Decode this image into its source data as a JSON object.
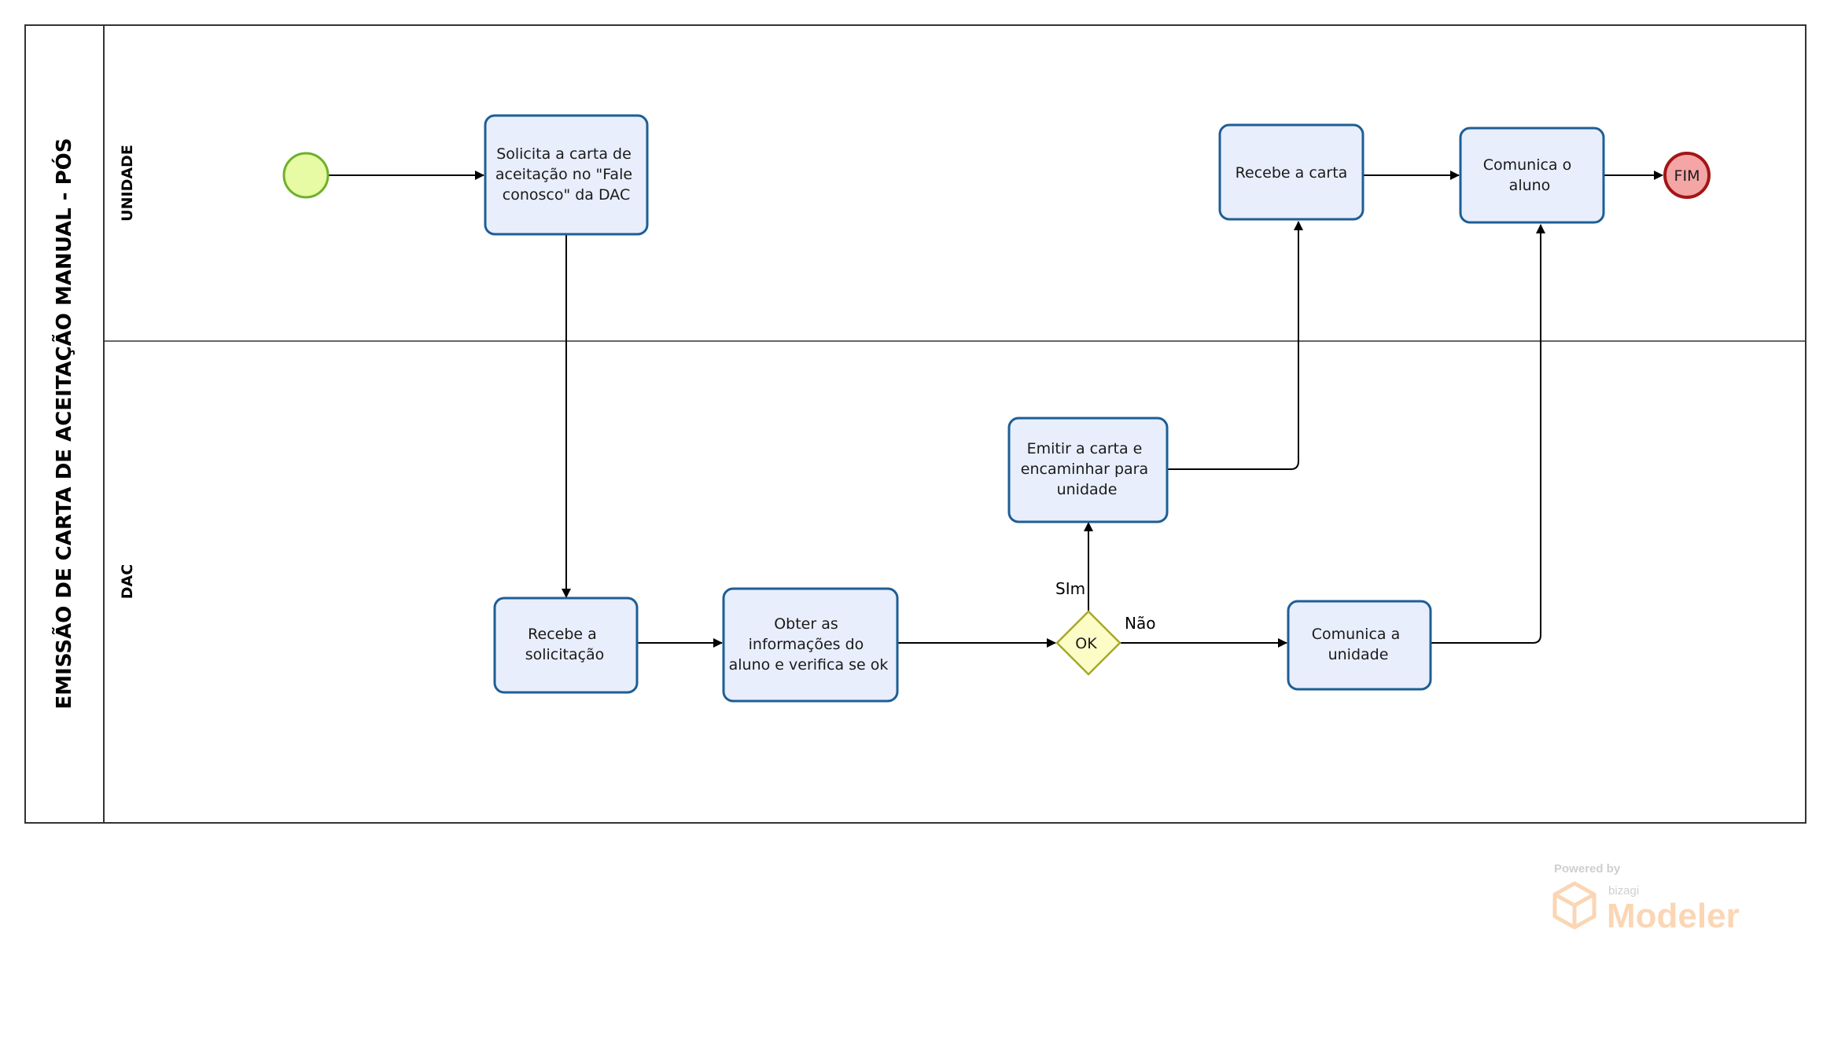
{
  "pool": {
    "title": "EMISSÃO DE CARTA DE ACEITAÇÃO MANUAL - PÓS"
  },
  "lanes": {
    "unidade": "UNIDADE",
    "dac": "DAC"
  },
  "tasks": {
    "solicita": [
      "Solicita a carta de",
      "aceitação no \"Fale",
      "conosco\" da DAC"
    ],
    "recebe_solicitacao": [
      "Recebe a",
      "solicitação"
    ],
    "obter": [
      "Obter as",
      "informações  do",
      "aluno e verifica se ok"
    ],
    "emitir": [
      "Emitir a carta e",
      "encaminhar para",
      "unidade"
    ],
    "recebe_carta": [
      "Recebe a carta"
    ],
    "comunica_aluno": [
      "Comunica o",
      "aluno"
    ],
    "comunica_unidade": [
      "Comunica a",
      "unidade"
    ]
  },
  "gateway": {
    "label": "OK"
  },
  "end_event": {
    "label": "FIM"
  },
  "flow_labels": {
    "sim": "SIm",
    "nao": "Não"
  },
  "watermark": {
    "powered": "Powered by",
    "brand": "bizagi",
    "product": "Modeler"
  },
  "colors": {
    "task_fill": "#e8eefb",
    "task_stroke": "#1d5e96",
    "start_fill": "#e6fba3",
    "start_stroke": "#6fb02a",
    "end_fill": "#f4a5a5",
    "end_stroke": "#a41515",
    "gateway_fill": "#fcfcc6",
    "gateway_stroke": "#a8a82a"
  }
}
